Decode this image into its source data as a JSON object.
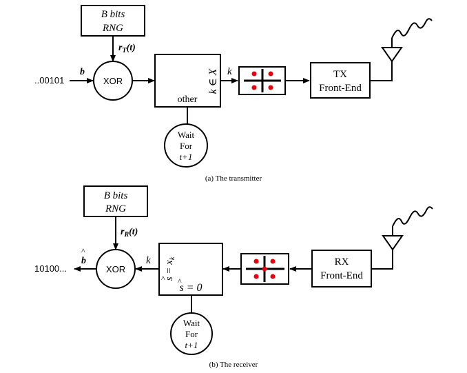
{
  "transmitter": {
    "rng_line1": "B bits",
    "rng_line2": "RNG",
    "rng_signal": "r",
    "rng_signal_sub": "T",
    "rng_signal_arg": "(t)",
    "input_bits": "..00101",
    "input_var": "b",
    "xor_label": "XOR",
    "decision_cond": "k ∈ X",
    "decision_other": "other",
    "k_label": "k",
    "frontend_line1": "TX",
    "frontend_line2": "Front-End",
    "wait_line1": "Wait",
    "wait_line2": "For",
    "wait_line3": "t+1",
    "caption": "(a) The transmitter"
  },
  "receiver": {
    "rng_line1": "B bits",
    "rng_line2": "RNG",
    "rng_signal": "r",
    "rng_signal_sub": "R",
    "rng_signal_arg": "(t)",
    "output_bits": "10100...",
    "output_var": "b",
    "xor_label": "XOR",
    "k_label": "k",
    "decision_cond": "s = x",
    "decision_cond_sub": "k",
    "decision_zero": "s = 0",
    "frontend_line1": "RX",
    "frontend_line2": "Front-End",
    "wait_line1": "Wait",
    "wait_line2": "For",
    "wait_line3": "t+1",
    "caption": "(b) The receiver"
  }
}
